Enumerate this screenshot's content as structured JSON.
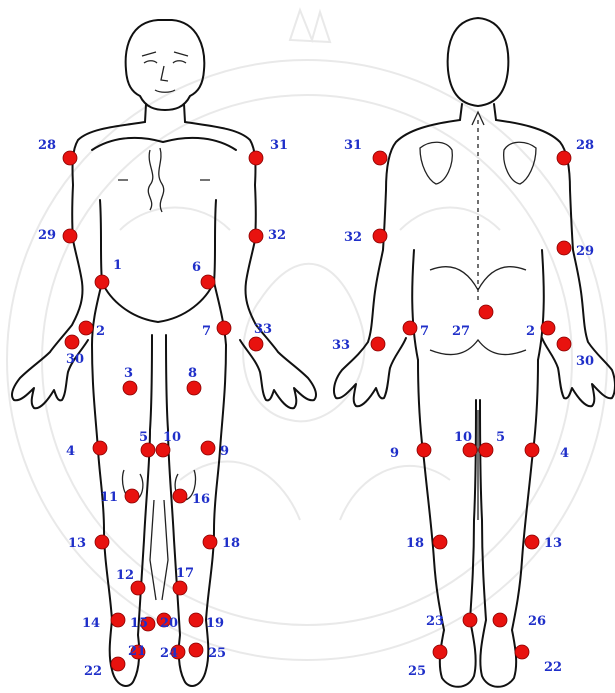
{
  "colors": {
    "dot": "#e8120f",
    "label": "#1f2fc9",
    "outline": "#111111",
    "watermark": "#e9e9e9"
  },
  "figures": [
    {
      "id": "front",
      "points": [
        {
          "n": "1",
          "label": "1"
        },
        {
          "n": "2",
          "label": "2"
        },
        {
          "n": "3",
          "label": "3"
        },
        {
          "n": "4",
          "label": "4"
        },
        {
          "n": "5",
          "label": "5"
        },
        {
          "n": "6",
          "label": "6"
        },
        {
          "n": "7",
          "label": "7"
        },
        {
          "n": "8",
          "label": "8"
        },
        {
          "n": "9",
          "label": "9"
        },
        {
          "n": "10",
          "label": "10"
        },
        {
          "n": "11",
          "label": "11"
        },
        {
          "n": "12",
          "label": "12"
        },
        {
          "n": "13",
          "label": "13"
        },
        {
          "n": "14",
          "label": "14"
        },
        {
          "n": "15",
          "label": "15"
        },
        {
          "n": "16",
          "label": "16"
        },
        {
          "n": "17",
          "label": "17"
        },
        {
          "n": "18",
          "label": "18"
        },
        {
          "n": "19",
          "label": "19"
        },
        {
          "n": "20",
          "label": "20"
        },
        {
          "n": "21",
          "label": "21"
        },
        {
          "n": "22",
          "label": "22"
        },
        {
          "n": "24",
          "label": "24"
        },
        {
          "n": "25",
          "label": "25"
        },
        {
          "n": "28",
          "label": "28"
        },
        {
          "n": "29",
          "label": "29"
        },
        {
          "n": "30",
          "label": "30"
        },
        {
          "n": "31",
          "label": "31"
        },
        {
          "n": "32",
          "label": "32"
        },
        {
          "n": "33",
          "label": "33"
        }
      ]
    },
    {
      "id": "back",
      "points": [
        {
          "n": "31",
          "label": "31"
        },
        {
          "n": "28",
          "label": "28"
        },
        {
          "n": "32",
          "label": "32"
        },
        {
          "n": "29",
          "label": "29"
        },
        {
          "n": "33",
          "label": "33"
        },
        {
          "n": "7",
          "label": "7"
        },
        {
          "n": "27",
          "label": "27"
        },
        {
          "n": "2",
          "label": "2"
        },
        {
          "n": "30",
          "label": "30"
        },
        {
          "n": "9",
          "label": "9"
        },
        {
          "n": "10",
          "label": "10"
        },
        {
          "n": "5",
          "label": "5"
        },
        {
          "n": "4",
          "label": "4"
        },
        {
          "n": "18",
          "label": "18"
        },
        {
          "n": "13",
          "label": "13"
        },
        {
          "n": "23",
          "label": "23"
        },
        {
          "n": "26",
          "label": "26"
        },
        {
          "n": "25",
          "label": "25"
        },
        {
          "n": "22",
          "label": "22"
        }
      ]
    }
  ]
}
